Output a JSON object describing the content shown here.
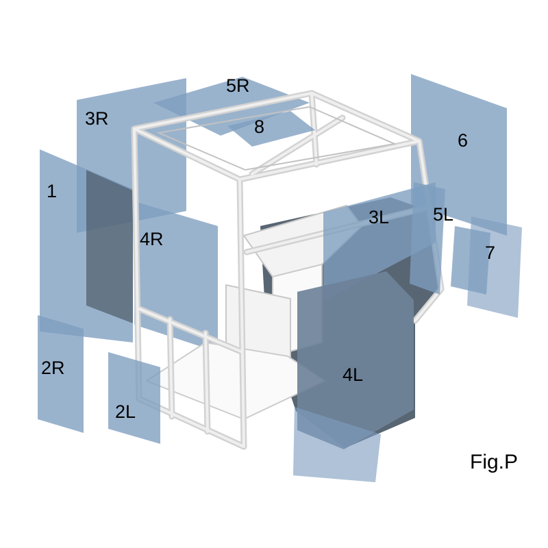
{
  "figure_caption": "Fig.P",
  "panel_labels": {
    "p1": "1",
    "p2r": "2R",
    "p2l": "2L",
    "p3r": "3R",
    "p3l": "3L",
    "p4r": "4R",
    "p4l": "4L",
    "p5r": "5R",
    "p5l": "5L",
    "p6": "6",
    "p7": "7",
    "p8": "8"
  },
  "colors": {
    "glass": "#7e9dbf",
    "glass_deep": "#6e8299",
    "interior_dark": "#4f5d6a",
    "frame": "#d2d2d2",
    "frame_light": "#efefef",
    "text": "#000000",
    "background": "#ffffff"
  }
}
